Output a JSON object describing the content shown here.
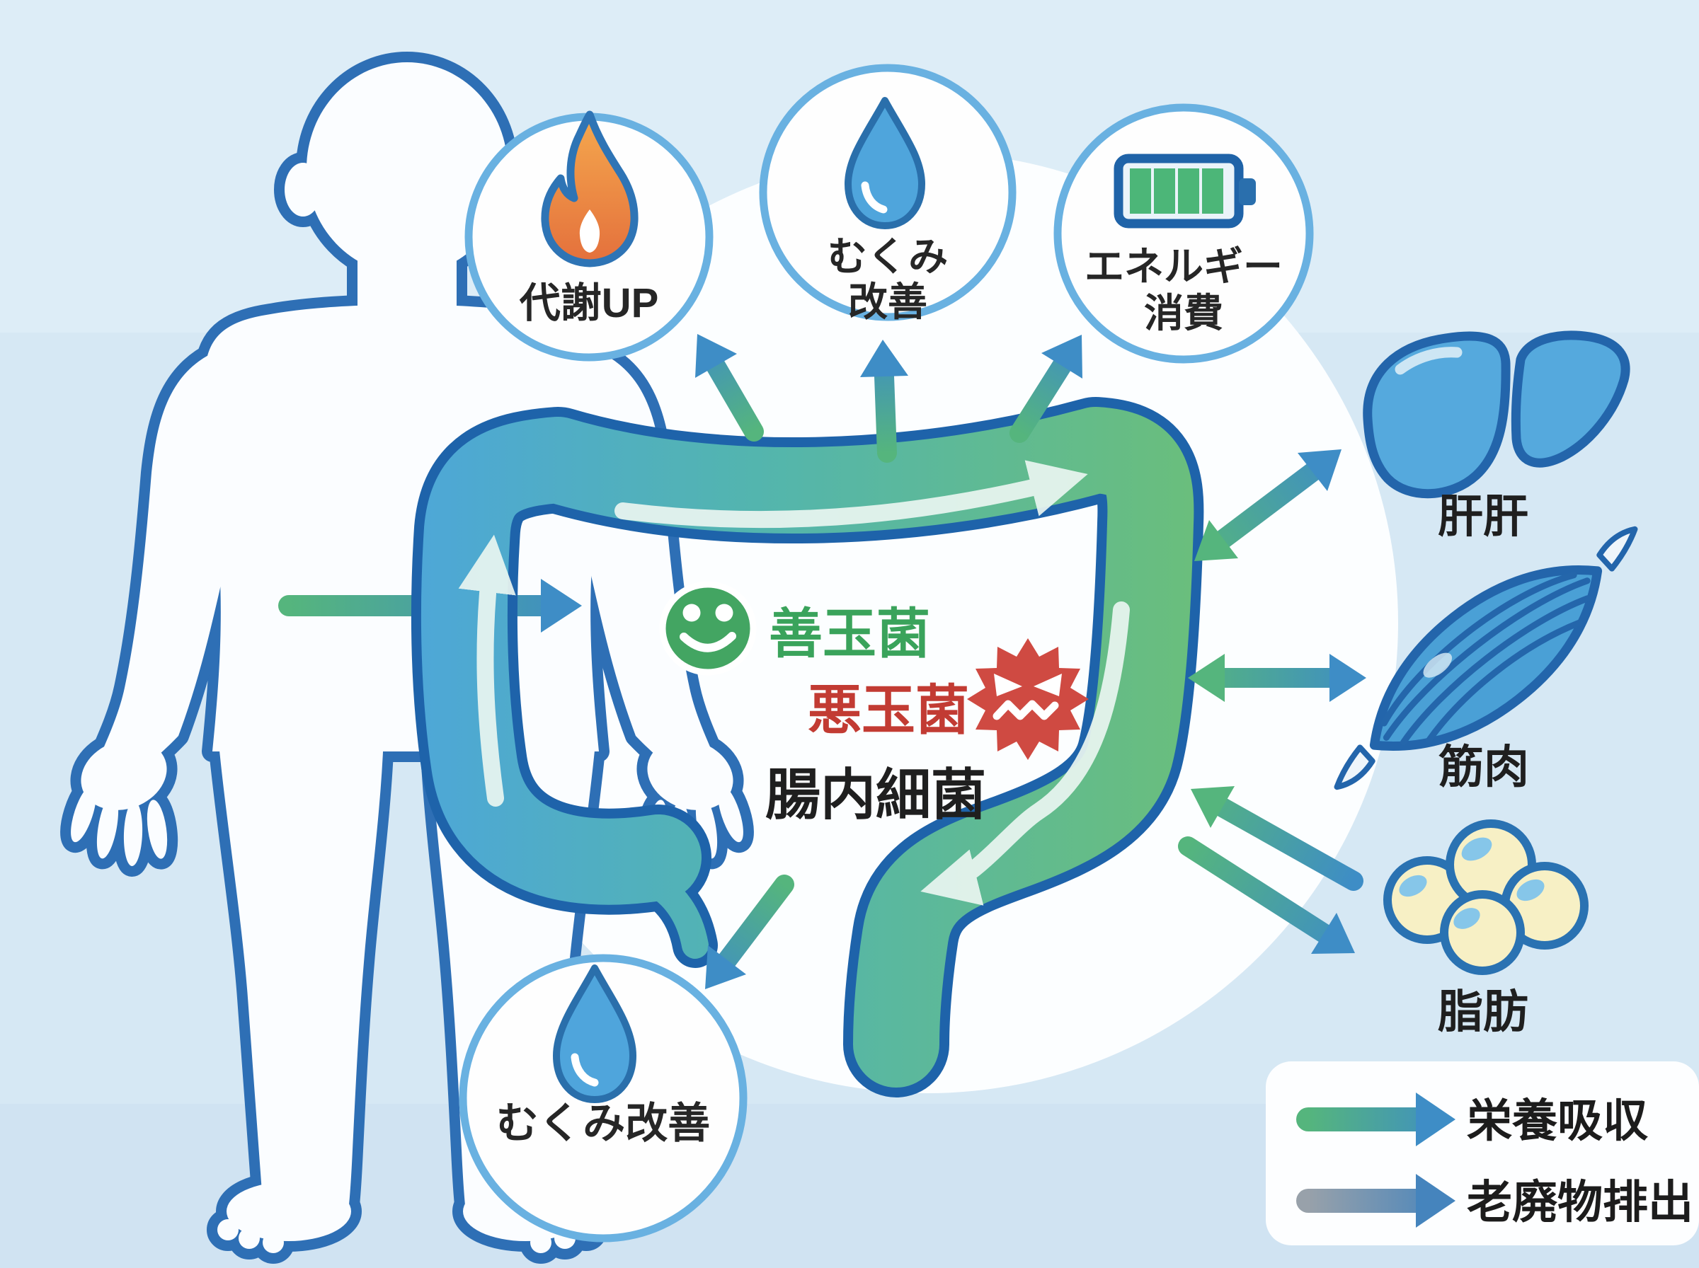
{
  "center": {
    "good": "善玉菌",
    "bad": "悪玉菌",
    "main": "腸内細菌"
  },
  "badges": [
    {
      "id": "metabolism",
      "icon": "flame-icon",
      "lines": [
        "代謝UP"
      ]
    },
    {
      "id": "swelling-top",
      "icon": "water-drop-icon",
      "lines": [
        "むくみ",
        "改善"
      ]
    },
    {
      "id": "energy",
      "icon": "battery-icon",
      "lines": [
        "エネルギー",
        "消費"
      ]
    },
    {
      "id": "swelling-bottom",
      "icon": "water-drop-icon",
      "lines": [
        "むくみ改善"
      ]
    }
  ],
  "organs": [
    {
      "id": "liver",
      "icon": "liver-icon",
      "label": "肝肝"
    },
    {
      "id": "muscle",
      "icon": "muscle-icon",
      "label": "筋肉"
    },
    {
      "id": "fat",
      "icon": "fat-cells-icon",
      "label": "脂肪"
    }
  ],
  "legend": {
    "items": [
      {
        "label": "栄養吸収",
        "arrow": "nutrient-arrow",
        "color_start": "#55b57d",
        "color_end": "#3e8dc6"
      },
      {
        "label": "老廃物排出",
        "arrow": "waste-arrow",
        "color_start": "#98a1aa",
        "color_end": "#4584bd"
      }
    ]
  },
  "colors": {
    "background": "#d6e8f4",
    "body_outline": "#2e6fb5",
    "colon_blue": "#4da6da",
    "colon_green": "#6abe7c",
    "good_bacteria_green": "#3aa35b",
    "bad_bacteria_red": "#c23b33",
    "text_black": "#1f1f1f",
    "badge_border": "#69b1e1",
    "flame_orange": "#ee8c45",
    "battery_green": "#4cb678",
    "fat_yellow": "#f7f0c5"
  }
}
